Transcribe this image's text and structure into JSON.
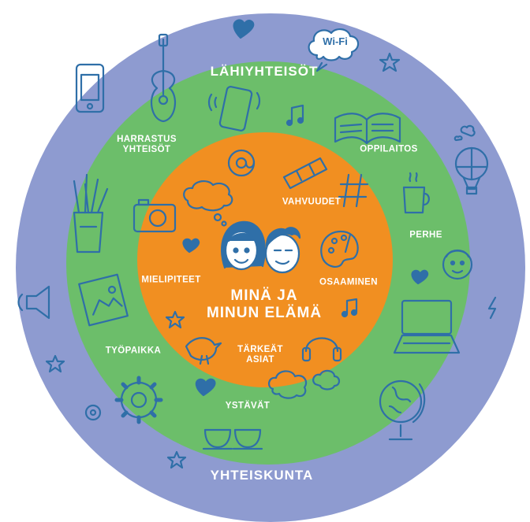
{
  "rings": {
    "outer": {
      "label": "YHTEISKUNTA",
      "color": "#8E9BD0"
    },
    "middle": {
      "label": "LÄHIYHTEISÖT",
      "color": "#6CBE6A"
    },
    "inner": {
      "label_line1": "MINÄ JA",
      "label_line2": "MINUN ELÄMÄ",
      "color": "#F18F21"
    }
  },
  "middle_labels": {
    "harrastus_line1": "HARRASTUS",
    "harrastus_line2": "YHTEISÖT",
    "oppilaitos": "OPPILAITOS",
    "perhe": "PERHE",
    "tyopaikka": "TYÖPAIKKA",
    "ystavat": "YSTÄVÄT"
  },
  "inner_labels": {
    "vahvuudet": "VAHVUUDET",
    "mielipiteet": "MIELIPITEET",
    "osaaminen": "OSAAMINEN",
    "tarkeat_line1": "TÄRKEÄT",
    "tarkeat_line2": "ASIAT"
  },
  "wifi_text": "Wi-Fi",
  "icon_color": "#2F6FA8",
  "icons": [
    "heart-icon",
    "wifi-cloud-icon",
    "star-icon",
    "phone-icon",
    "guitar-icon",
    "smartphone-icon",
    "music-note-icon",
    "book-icon",
    "balloon-icon",
    "at-sign-icon",
    "telescope-icon",
    "hashtag-icon",
    "cup-icon",
    "pencils-icon",
    "camera-icon",
    "thought-cloud-icon",
    "palette-icon",
    "face-icon",
    "speaker-icon",
    "photo-icon",
    "laptop-icon",
    "gear-icon",
    "bird-icon",
    "headphones-icon",
    "coffee-cups-icon",
    "globe-icon",
    "lightning-icon",
    "people-icon"
  ]
}
